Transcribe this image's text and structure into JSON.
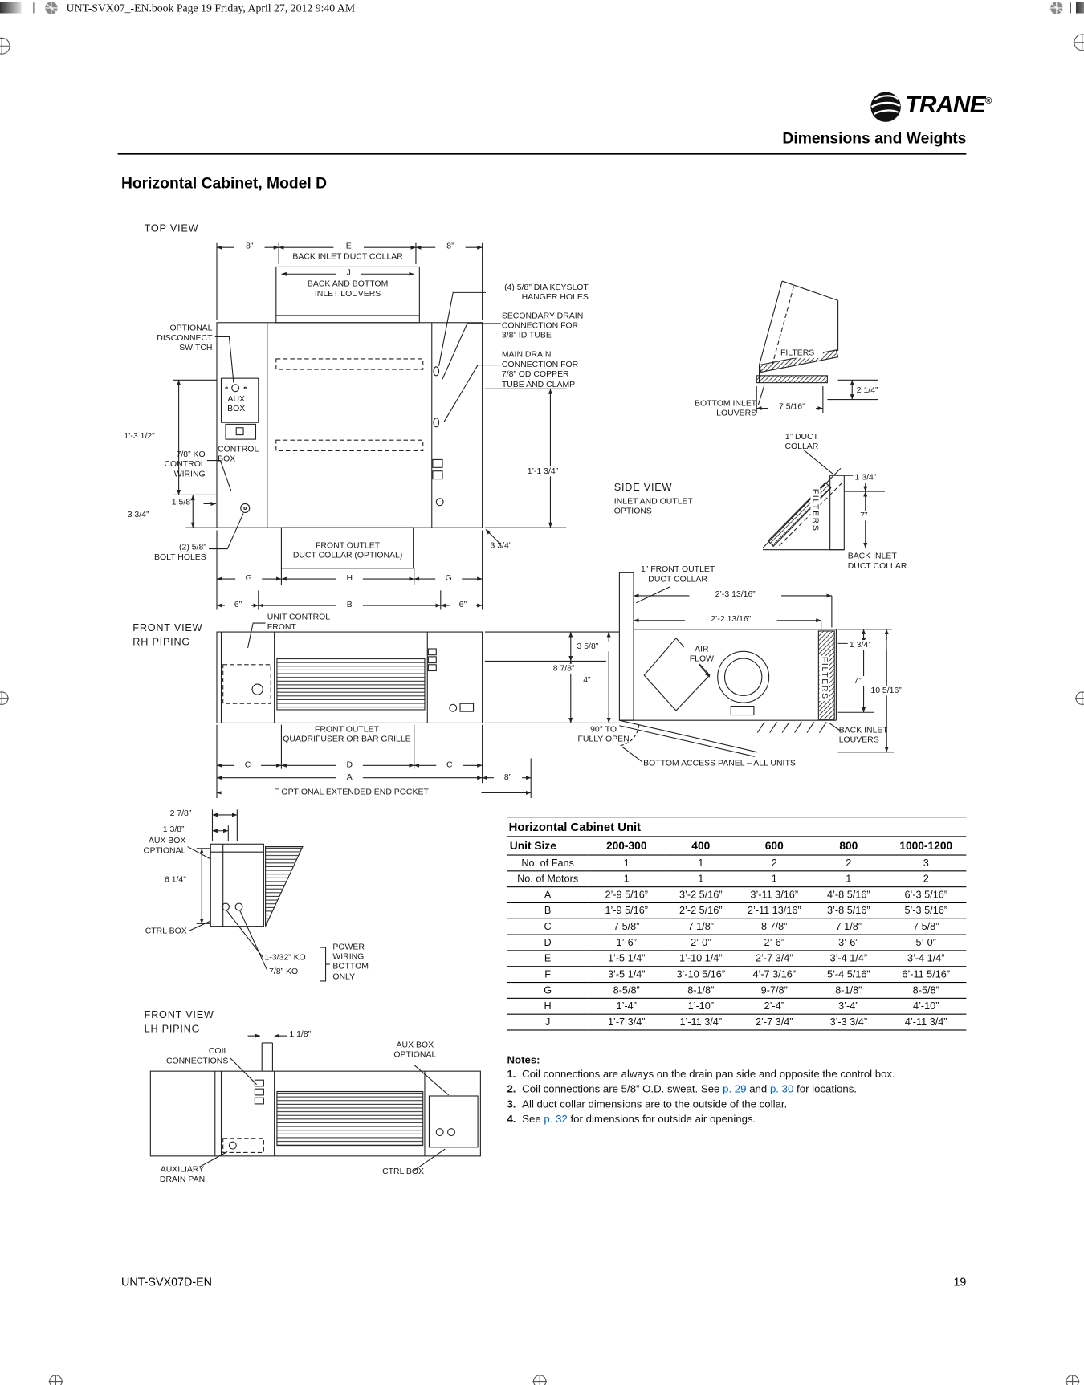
{
  "page": {
    "header_note": "UNT-SVX07_-EN.book  Page 19  Friday, April 27, 2012  9:40 AM",
    "section_title": "Dimensions and Weights",
    "doc_title": "Horizontal Cabinet, Model D",
    "footer_left": "UNT-SVX07D-EN",
    "footer_page": "19"
  },
  "logo": {
    "text": "TRANE",
    "reg": "®"
  },
  "labels": {
    "tv": {
      "title": "TOP VIEW",
      "d8l": "8”",
      "de": "E",
      "d8r": "8”",
      "bidc": "BACK INLET DUCT COLLAR",
      "dj": "J",
      "louv": "BACK AND BOTTOM\nINLET LOUVERS",
      "keyslot": "(4) 5/8” DIA KEYSLOT\nHANGER HOLES",
      "sec": "SECONDARY DRAIN\nCONNECTION FOR\n3/8” ID TUBE",
      "main": "MAIN DRAIN\nCONNECTION FOR\n7/8” OD COPPER\nTUBE AND CLAMP",
      "disc": "OPTIONAL\nDISCONNECT\nSWITCH",
      "aux": "AUX\nBOX",
      "d1312": "1’-3 1/2”",
      "ctrl": "CONTROL\nBOX",
      "ko": "7/8” KO\nCONTROL\nWIRING",
      "d158": "1 5/8”",
      "d334l": "3 3/4”",
      "bolt": "(2) 5/8”\nBOLT HOLES",
      "foc": "FRONT OUTLET\nDUCT COLLAR (OPTIONAL)",
      "d334r": "3 3/4”",
      "d1134": "1’-1 3/4”",
      "g1": "G",
      "h": "H",
      "g2": "G",
      "s6l": "6”",
      "b": "B",
      "s6r": "6”"
    },
    "svt": {
      "filters": "FILTERS",
      "blouv": "BOTTOM INLET\nLOUVERS",
      "d7516": "7 5/16”",
      "d214": "2 1/4”"
    },
    "svm": {
      "collar": "1” DUCT\nCOLLAR",
      "d134": "1 3/4”",
      "d7": "7”",
      "filters": "FILTERS",
      "bidc": "BACK INLET\nDUCT COLLAR",
      "title": "SIDE VIEW",
      "sub": "INLET AND OUTLET\nOPTIONS"
    },
    "fvr": {
      "title": "FRONT VIEW\nRH PIPING",
      "uc": "UNIT CONTROL\nFRONT",
      "d358": "3 5/8”",
      "d878": "8 7/8”",
      "d4": "4”",
      "grille": "FRONT OUTLET\nQUADRIFUSER OR BAR GRILLE",
      "c1": "C",
      "d": "D",
      "c2": "C",
      "a": "A",
      "d8": "8”",
      "f": "F  OPTIONAL EXTENDED END POCKET"
    },
    "svb": {
      "collar": "1” FRONT OUTLET\nDUCT COLLAR",
      "d2313": "2’-3 13/16”",
      "d2213": "2’-2 13/16”",
      "air": "AIR\nFLOW",
      "filters": "FILTERS",
      "d134": "1 3/4”",
      "d7": "7”",
      "d10516": "10 5/16”",
      "open": "90° TO\nFULLY OPEN",
      "louv": "BACK INLET\nLOUVERS",
      "panel": "BOTTOM ACCESS PANEL – ALL UNITS"
    },
    "aux": {
      "d278": "2 7/8”",
      "d138": "1 3/8”",
      "auxbox": "AUX BOX\nOPTIONAL",
      "d614": "6 1/4”",
      "ctrl": "CTRL BOX",
      "ko1": "1-3/32” KO",
      "ko2": "7/8” KO",
      "power": "POWER\nWIRING\nBOTTOM\nONLY"
    },
    "fvl": {
      "title": "FRONT VIEW\nLH PIPING",
      "d118": "1 1/8”",
      "coil": "COIL\nCONNECTIONS",
      "auxbox": "AUX BOX\nOPTIONAL",
      "drain": "AUXILIARY\nDRAIN PAN",
      "ctrl": "CTRL BOX"
    }
  },
  "table": {
    "title": "Horizontal Cabinet Unit",
    "columns": [
      "Unit Size",
      "200-300",
      "400",
      "600",
      "800",
      "1000-1200"
    ],
    "rows": [
      [
        "No. of Fans",
        "1",
        "1",
        "2",
        "2",
        "3"
      ],
      [
        "No. of Motors",
        "1",
        "1",
        "1",
        "1",
        "2"
      ],
      [
        "A",
        "2’-9 5/16”",
        "3’-2 5/16”",
        "3’-11 3/16”",
        "4’-8 5/16”",
        "6’-3 5/16”"
      ],
      [
        "B",
        "1’-9 5/16”",
        "2’-2 5/16”",
        "2’-11 13/16”",
        "3’-8 5/16”",
        "5’-3 5/16”"
      ],
      [
        "C",
        "7 5/8”",
        "7 1/8”",
        "8 7/8”",
        "7 1/8”",
        "7 5/8”"
      ],
      [
        "D",
        "1’-6”",
        "2’-0”",
        "2’-6”",
        "3’-6”",
        "5’-0”"
      ],
      [
        "E",
        "1’-5 1/4”",
        "1’-10 1/4”",
        "2’-7 3/4”",
        "3’-4 1/4”",
        "3’-4 1/4”"
      ],
      [
        "F",
        "3’-5 1/4”",
        "3’-10 5/16”",
        "4’-7 3/16”",
        "5’-4 5/16”",
        "6’-11 5/16”"
      ],
      [
        "G",
        "8-5/8”",
        "8-1/8”",
        "9-7/8”",
        "8-1/8”",
        "8-5/8”"
      ],
      [
        "H",
        "1’-4”",
        "1’-10”",
        "2’-4”",
        "3’-4”",
        "4’-10”"
      ],
      [
        "J",
        "1’-7 3/4”",
        "1’-11 3/4”",
        "2’-7 3/4”",
        "3’-3 3/4”",
        "4’-11 3/4”"
      ]
    ]
  },
  "notes": {
    "heading": "Notes:",
    "items": [
      {
        "num": "1.",
        "parts": [
          "Coil connections are always on the drain pan side and opposite the control box."
        ]
      },
      {
        "num": "2.",
        "parts": [
          "Coil connections are 5/8” O.D. sweat. See ",
          "p. 29",
          " and ",
          "p. 30",
          " for locations."
        ]
      },
      {
        "num": "3.",
        "parts": [
          "All duct collar dimensions are to the outside of the collar."
        ]
      },
      {
        "num": "4.",
        "parts": [
          "See ",
          "p. 32",
          " for dimensions for outside air openings."
        ]
      }
    ]
  },
  "colors": {
    "link": "#0563c1",
    "ink": "#1a1a1a",
    "rule": "#000000"
  }
}
